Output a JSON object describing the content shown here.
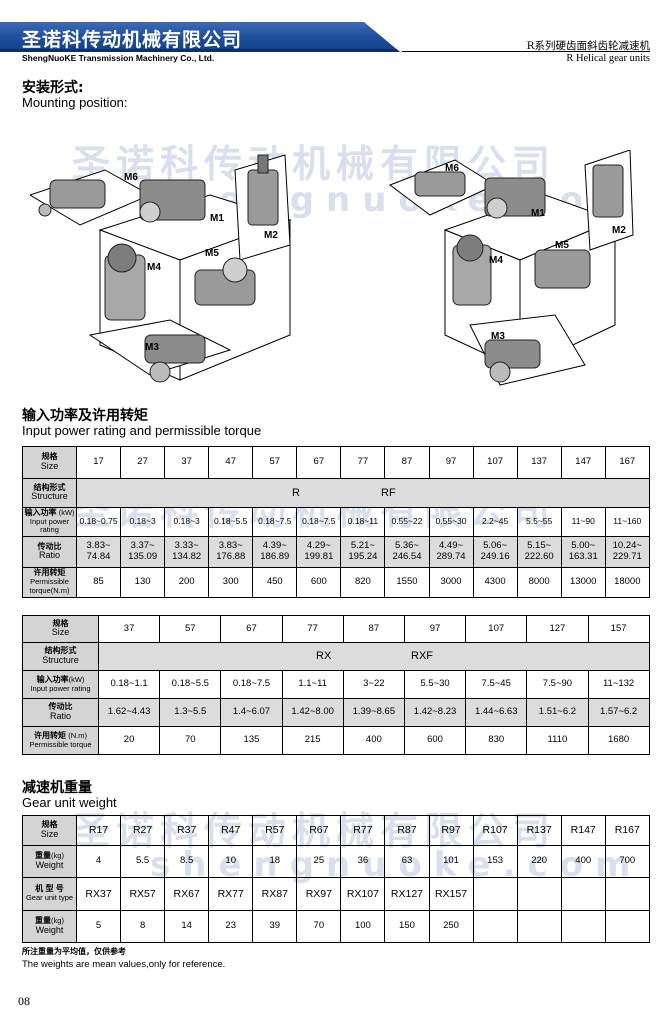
{
  "header": {
    "company_cn": "圣诺科传动机械有限公司",
    "company_en": "ShengNuoKE Transmission Machinery Co., Ltd.",
    "series_cn": "R系列硬齿面斜齿轮减速机",
    "series_en": "R Helical gear units"
  },
  "mounting": {
    "title_cn": "安装形式:",
    "title_en": "Mounting position:",
    "labels": [
      "M1",
      "M2",
      "M3",
      "M4",
      "M5",
      "M6"
    ]
  },
  "watermark": {
    "text_cn": "圣诺科传动机械有限公司",
    "text_en": "shengnuoke.com"
  },
  "power": {
    "title_cn": "输入功率及许用转矩",
    "title_en": "Input power rating and permissible torque"
  },
  "table1": {
    "size_cn": "规格",
    "size_en": "Size",
    "structure_cn": "结构形式",
    "structure_en": "Structure",
    "power_cn": "输入功率",
    "power_en": "Input power",
    "power_en2": "rating",
    "power_unit": "(kW)",
    "ratio_cn": "传动比",
    "ratio_en": "Ratio",
    "torque_cn": "许用转矩",
    "torque_en": "Permissible",
    "torque_en2": "torque",
    "torque_unit": "(N.m)",
    "sizes": [
      "17",
      "27",
      "37",
      "47",
      "57",
      "67",
      "77",
      "87",
      "97",
      "107",
      "137",
      "147",
      "167"
    ],
    "structure_r": "R",
    "structure_rf": "RF",
    "power": [
      "0.18~0.75",
      "0.18~3",
      "0.18~3",
      "0.18~5.5",
      "0.18~7.5",
      "0.18~7.5",
      "0.18~11",
      "0.55~22",
      "0.55~30",
      "2.2~45",
      "5.5~55",
      "11~90",
      "11~160"
    ],
    "ratio_lo": [
      "3.83~",
      "3.37~",
      "3.33~",
      "3.83~",
      "4.39~",
      "4.29~",
      "5.21~",
      "5.36~",
      "4.49~",
      "5.06~",
      "5.15~",
      "5.00~",
      "10.24~"
    ],
    "ratio_hi": [
      "74.84",
      "135.09",
      "134.82",
      "176.88",
      "186.89",
      "199.81",
      "195.24",
      "246.54",
      "289.74",
      "249.16",
      "222.60",
      "163.31",
      "229.71"
    ],
    "torque": [
      "85",
      "130",
      "200",
      "300",
      "450",
      "600",
      "820",
      "1550",
      "3000",
      "4300",
      "8000",
      "13000",
      "18000"
    ]
  },
  "table2": {
    "size_cn": "规格",
    "size_en": "Size",
    "structure_cn": "结构形式",
    "structure_en": "Structure",
    "power_cn": "输入功率",
    "power_unit": "(kW)",
    "power_en": "Input power rating",
    "ratio_cn": "传动比",
    "ratio_en": "Ratio",
    "torque_cn": "许用转矩",
    "torque_unit": "(N.m)",
    "torque_en": "Permissible torque",
    "sizes": [
      "37",
      "57",
      "67",
      "77",
      "87",
      "97",
      "107",
      "127",
      "157"
    ],
    "structure_rx": "RX",
    "structure_rxf": "RXF",
    "power": [
      "0.18~1.1",
      "0.18~5.5",
      "0.18~7.5",
      "1.1~11",
      "3~22",
      "5.5~30",
      "7.5~45",
      "7.5~90",
      "11~132"
    ],
    "ratio": [
      "1.62~4.43",
      "1.3~5.5",
      "1.4~6.07",
      "1.42~8.00",
      "1.39~8.65",
      "1.42~8.23",
      "1.44~6.63",
      "1.51~6.2",
      "1.57~6.2"
    ],
    "torque": [
      "20",
      "70",
      "135",
      "215",
      "400",
      "600",
      "830",
      "1110",
      "1680"
    ]
  },
  "weight": {
    "title_cn": "减速机重量",
    "title_en": "Gear unit weight",
    "size_cn": "规格",
    "size_en": "Size",
    "weight_cn": "重量",
    "weight_unit": "(kg)",
    "weight_en": "Weight",
    "type_cn": "机 型 号",
    "type_en": "Gear unit type",
    "sizes": [
      "R17",
      "R27",
      "R37",
      "R47",
      "R57",
      "R67",
      "R77",
      "R87",
      "R97",
      "R107",
      "R137",
      "R147",
      "R167"
    ],
    "weights": [
      "4",
      "5.5",
      "8.5",
      "10",
      "18",
      "25",
      "36",
      "63",
      "101",
      "153",
      "220",
      "400",
      "700"
    ],
    "types": [
      "RX37",
      "RX57",
      "RX67",
      "RX77",
      "RX87",
      "RX97",
      "RX107",
      "RX127",
      "RX157",
      "",
      "",
      "",
      ""
    ],
    "type_weights": [
      "5",
      "8",
      "14",
      "23",
      "39",
      "70",
      "100",
      "150",
      "250",
      "",
      "",
      "",
      ""
    ]
  },
  "notes": {
    "cn": "所注重量为平均值，仅供参考",
    "en": "The weights are mean values,only for reference."
  },
  "page_number": "08"
}
